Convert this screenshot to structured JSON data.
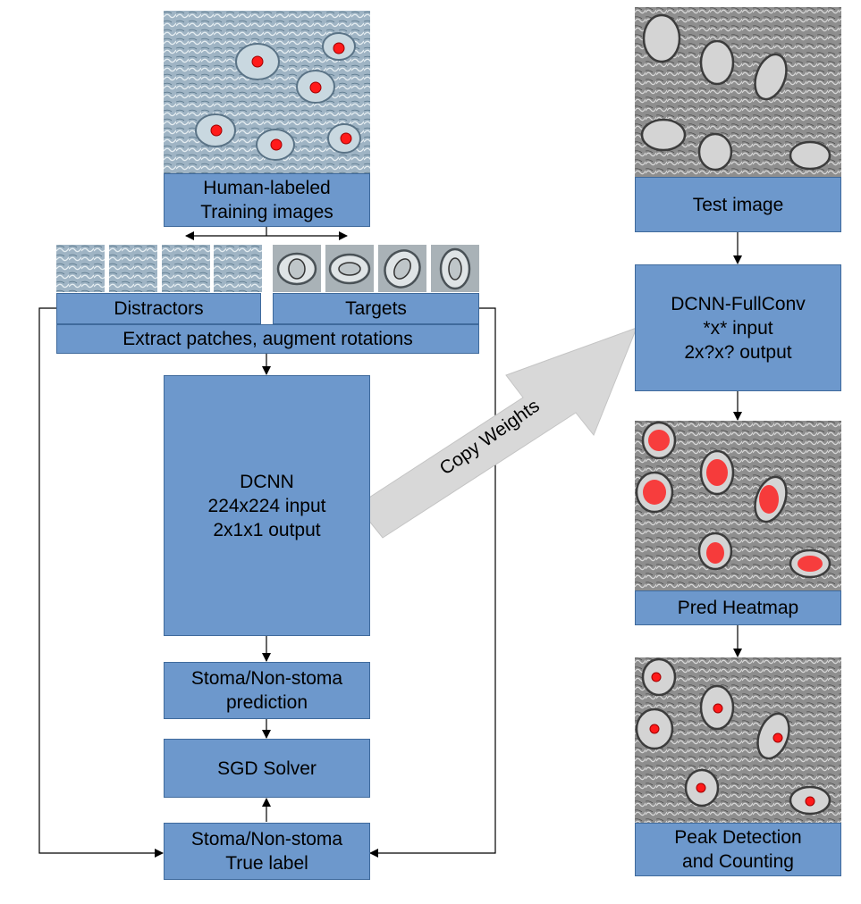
{
  "colors": {
    "box_fill": "#6d98cc",
    "box_border": "#3f6a9c",
    "arrow_fill": "#d8d8d8",
    "marker_red": "#e81010",
    "line": "#000000"
  },
  "training": {
    "labeled_images_label": "Human-labeled\nTraining images",
    "distractors_label": "Distractors",
    "targets_label": "Targets",
    "extract_label": "Extract patches, augment rotations",
    "dcnn_label": "DCNN\n224x224 input\n2x1x1 output",
    "prediction_label": "Stoma/Non-stoma\nprediction",
    "solver_label": "SGD Solver",
    "true_label": "Stoma/Non-stoma\nTrue label"
  },
  "transfer": {
    "copy_weights_label": "Copy Weights"
  },
  "inference": {
    "test_image_label": "Test image",
    "fullconv_label": "DCNN-FullConv\n*x* input\n2x?x? output",
    "heatmap_label": "Pred Heatmap",
    "peak_label": "Peak Detection\nand Counting"
  },
  "icons": {
    "training_image": "microscope-leaf-image",
    "distractor_patch": "leaf-texture-patch",
    "target_patch": "stoma-patch",
    "test_image": "grayscale-leaf-image",
    "heatmap_image": "red-heatmap-overlay-image",
    "peaks_image": "red-dot-detections-image"
  }
}
